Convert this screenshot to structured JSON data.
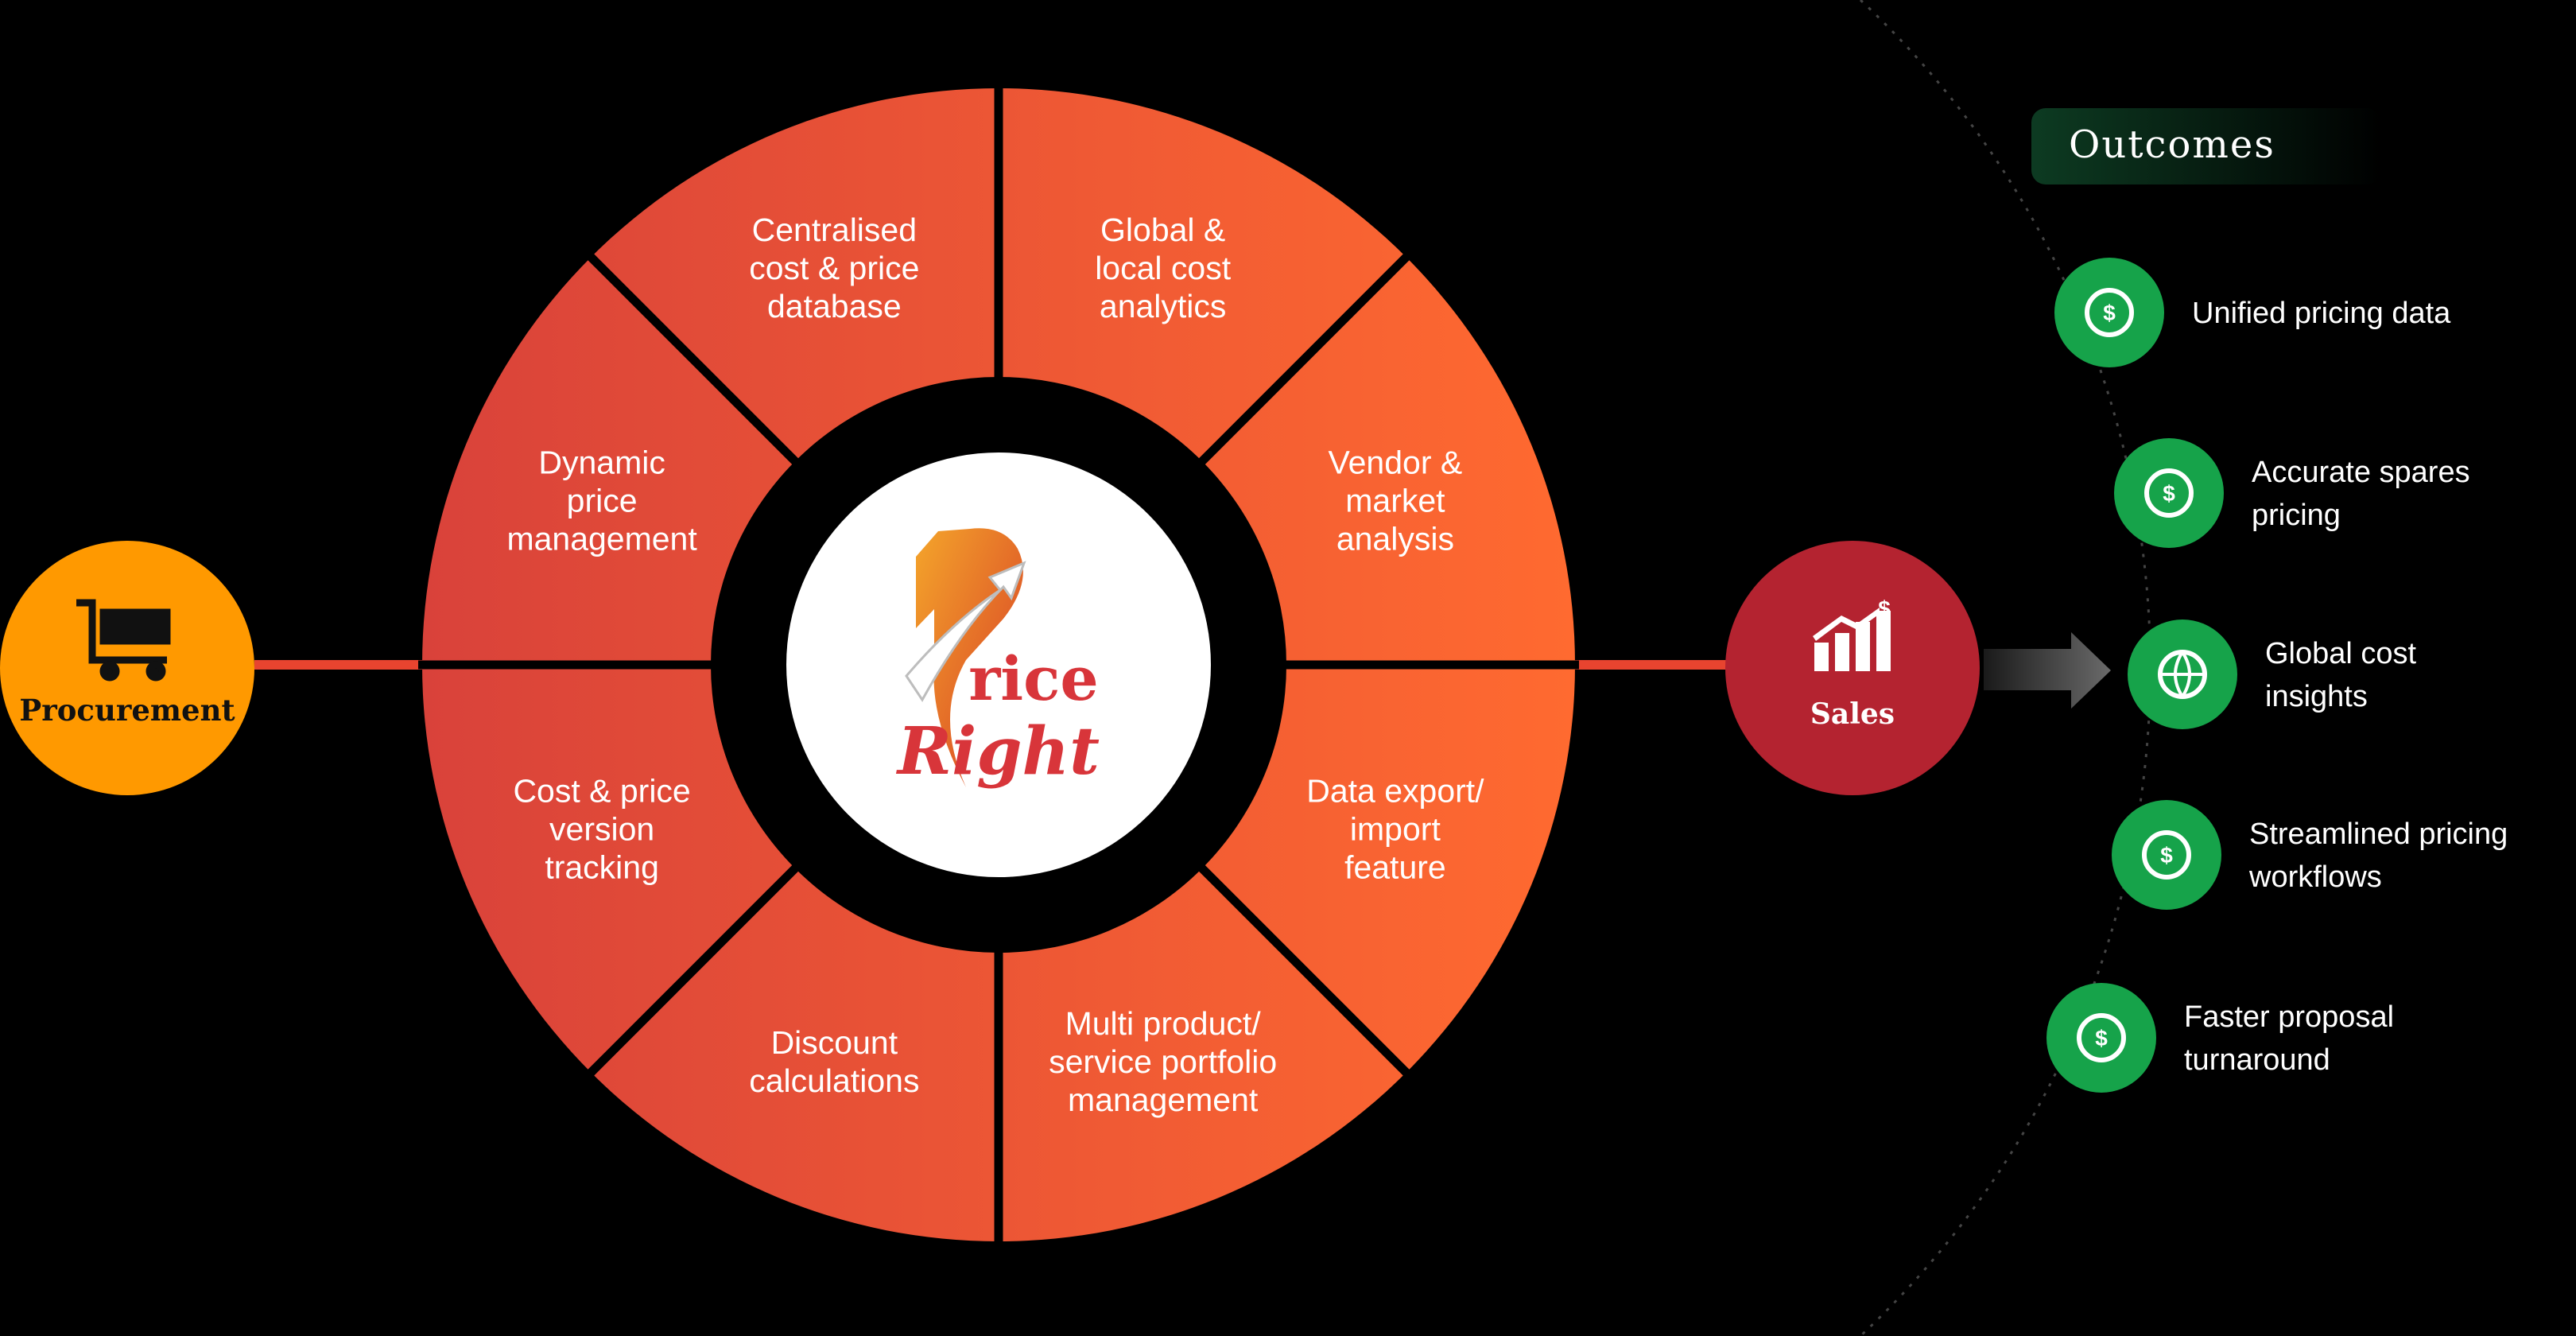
{
  "center_logo": {
    "line1": "rice",
    "line2": "Right"
  },
  "segments": [
    {
      "label": [
        "Centralised",
        "cost & price",
        "database"
      ]
    },
    {
      "label": [
        "Global &",
        "local cost",
        "analytics"
      ]
    },
    {
      "label": [
        "Vendor &",
        "market",
        "analysis"
      ]
    },
    {
      "label": [
        "Data export/",
        "import",
        "feature"
      ]
    },
    {
      "label": [
        "Multi product/",
        "service portfolio",
        "management"
      ]
    },
    {
      "label": [
        "Discount",
        "calculations"
      ]
    },
    {
      "label": [
        "Cost & price",
        "version",
        "tracking"
      ]
    },
    {
      "label": [
        "Dynamic",
        "price",
        "management"
      ]
    }
  ],
  "procurement": {
    "label": "Procurement",
    "color": "#FF9900",
    "icon": "cart-icon"
  },
  "sales": {
    "label": "Sales",
    "dollar": "$",
    "color": "#B42330",
    "icon": "growth-chart-icon"
  },
  "outcomes": {
    "title": "Outcomes",
    "items": [
      {
        "line1": "Unified pricing data",
        "line2": "",
        "icon": "network-dollar-icon",
        "glyph": "$"
      },
      {
        "line1": "Accurate spares",
        "line2": "pricing",
        "icon": "gear-dollar-icon",
        "glyph": "$"
      },
      {
        "line1": "Global cost",
        "line2": "insights",
        "icon": "globe-search-icon",
        "glyph": ""
      },
      {
        "line1": "Streamlined pricing",
        "line2": "workflows",
        "icon": "workflow-gear-icon",
        "glyph": "$"
      },
      {
        "line1": "Faster proposal",
        "line2": "turnaround",
        "icon": "refresh-dollar-icon",
        "glyph": "$"
      }
    ]
  },
  "colors": {
    "wheel_left": "#D9423A",
    "wheel_right": "#FF6A30",
    "outcome_green": "#16A34A",
    "arrow_gray": "#666666"
  }
}
